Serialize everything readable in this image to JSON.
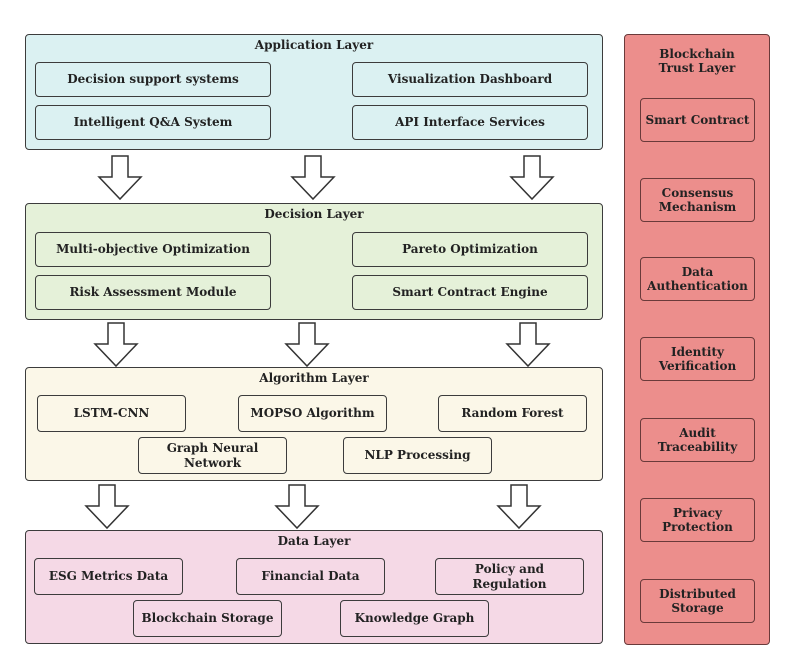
{
  "application_layer": {
    "title": "Application Layer",
    "items": [
      "Decision support systems",
      "Visualization Dashboard",
      "Intelligent Q&A System",
      "API Interface Services"
    ]
  },
  "decision_layer": {
    "title": "Decision Layer",
    "items": [
      "Multi-objective Optimization",
      "Pareto Optimization",
      "Risk Assessment Module",
      "Smart Contract Engine"
    ]
  },
  "algorithm_layer": {
    "title": "Algorithm Layer",
    "items": [
      "LSTM-CNN",
      "MOPSO Algorithm",
      "Random Forest",
      "Graph Neural Network",
      "NLP Processing"
    ]
  },
  "data_layer": {
    "title": "Data Layer",
    "items": [
      "ESG Metrics Data",
      "Financial Data",
      "Policy and Regulation",
      "Blockchain Storage",
      "Knowledge Graph"
    ]
  },
  "blockchain_layer": {
    "title": "Blockchain Trust Layer",
    "items": [
      "Smart Contract",
      "Consensus Mechanism",
      "Data Authentication",
      "Identity Verification",
      "Audit Traceability",
      "Privacy Protection",
      "Distributed Storage"
    ]
  },
  "colors": {
    "application": "#dbf1f2",
    "decision": "#e5f1d9",
    "algorithm": "#fbf7e8",
    "data": "#f5d9e6",
    "blockchain": "#ec8e8c"
  }
}
